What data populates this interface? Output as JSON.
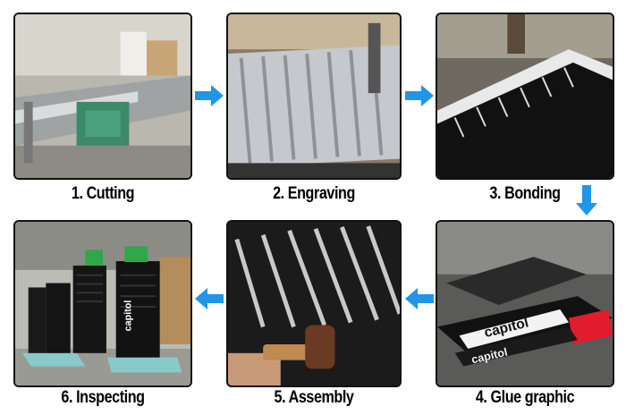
{
  "steps": [
    {
      "label": "1. Cutting"
    },
    {
      "label": "2. Engraving"
    },
    {
      "label": "3. Bonding"
    },
    {
      "label": "4. Glue graphic"
    },
    {
      "label": "5. Assembly"
    },
    {
      "label": "6. Inspecting"
    }
  ],
  "brand_text": "capitol",
  "colors": {
    "arrow": "#2196e8",
    "frame": "#111111",
    "brand_red": "#e21b2d"
  }
}
